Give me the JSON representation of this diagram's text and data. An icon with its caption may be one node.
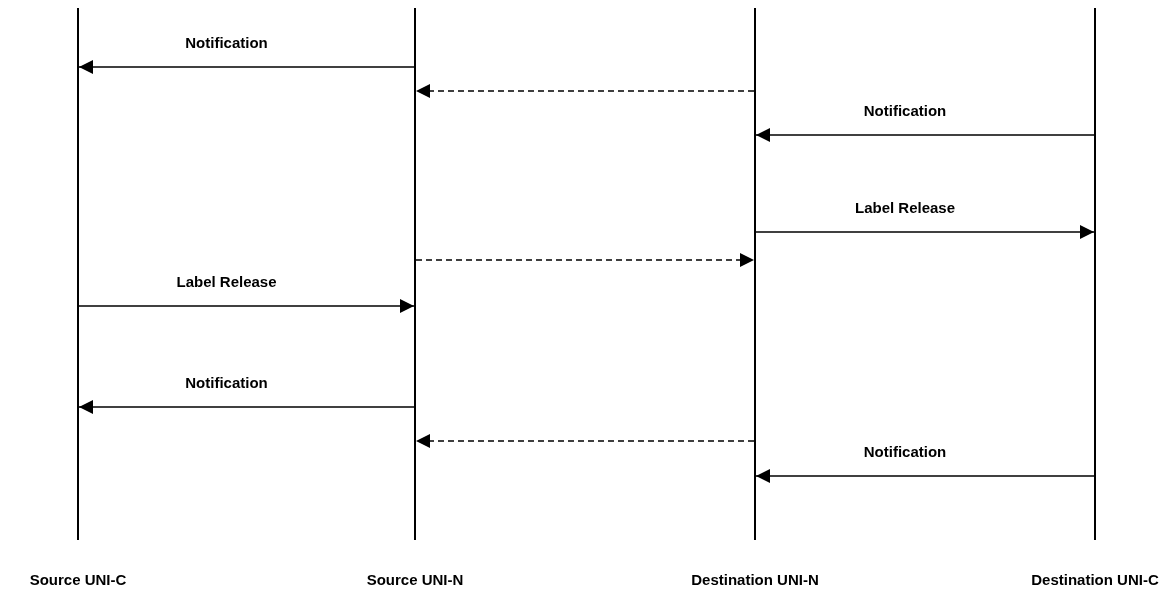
{
  "diagram": {
    "nodes": [
      {
        "text": [
          "Source UNI-C"
        ]
      },
      {
        "text": [
          "Source UNI-N"
        ]
      },
      {
        "text": [
          "Destination UNI-N"
        ]
      },
      {
        "text": [
          "Destination UNI-C"
        ]
      }
    ],
    "edges": [
      {
        "from": 1,
        "to": 0,
        "arrow": "to",
        "label": "Notification"
      },
      {
        "from": 2,
        "to": 1,
        "arrow": "to",
        "style": "dashed"
      },
      {
        "from": 3,
        "to": 2,
        "arrow": "to",
        "label": "Notification"
      },
      {
        "from": 2,
        "to": 3,
        "arrow": "to",
        "label": "Label Release"
      },
      {
        "from": 1,
        "to": 2,
        "arrow": "to",
        "style": "dashed"
      },
      {
        "from": 0,
        "to": 1,
        "arrow": "to",
        "label": "Label Release"
      },
      {
        "from": 1,
        "to": 0,
        "arrow": "to",
        "label": "Notification"
      },
      {
        "from": 2,
        "to": 1,
        "arrow": "to",
        "style": "dashed"
      },
      {
        "from": 3,
        "to": 2,
        "arrow": "to",
        "label": "Notification"
      }
    ]
  }
}
